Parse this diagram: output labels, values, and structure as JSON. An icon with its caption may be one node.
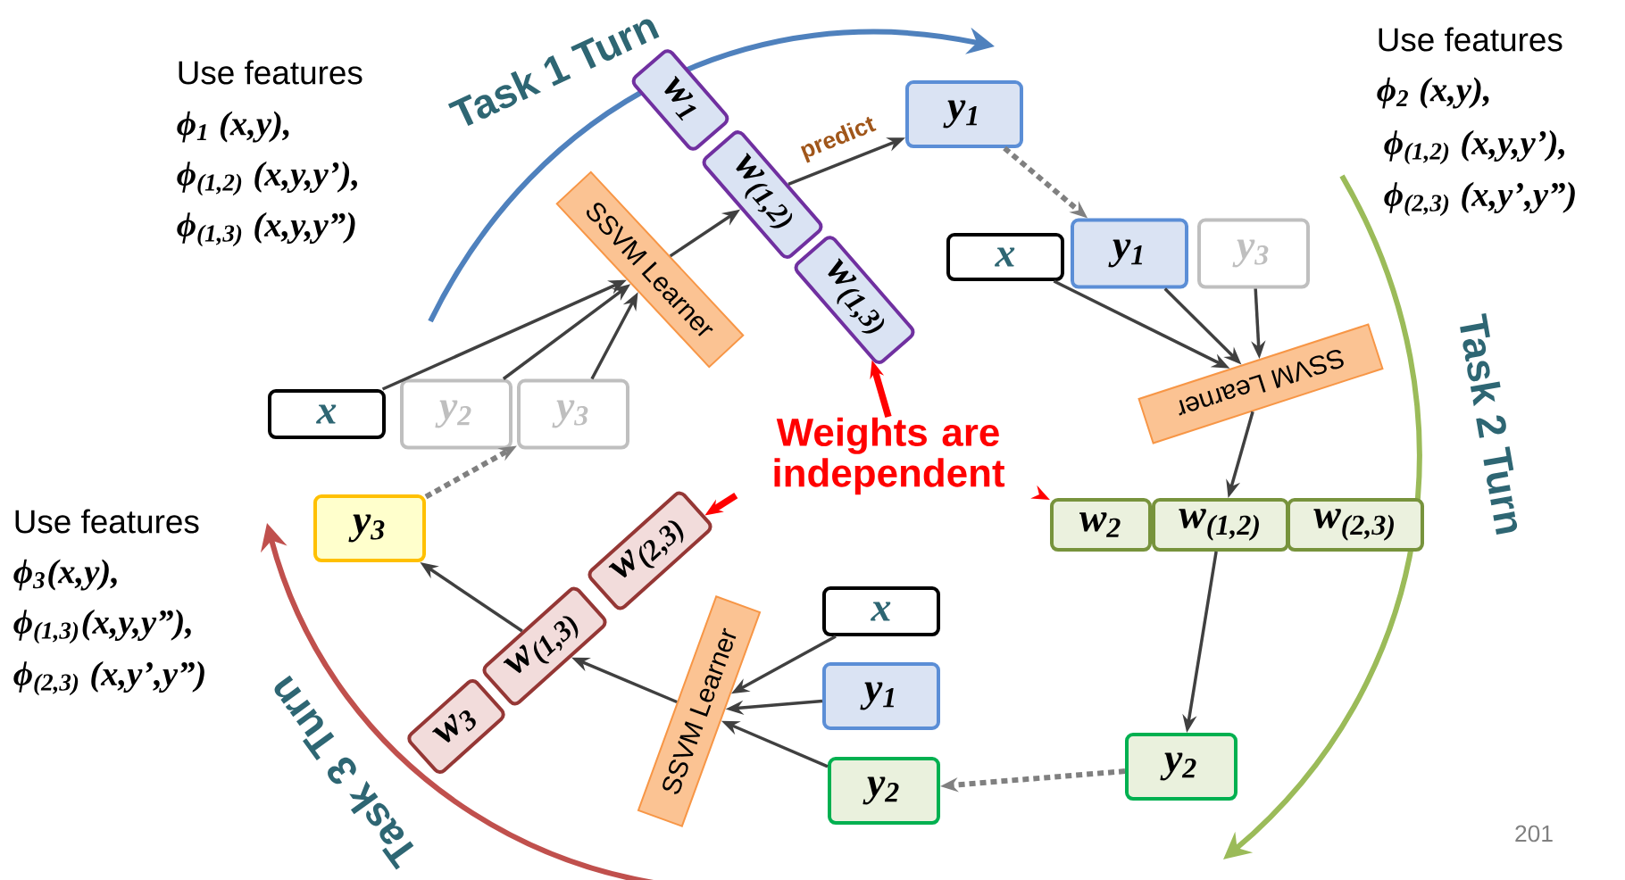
{
  "diagram": {
    "nodes": [
      {
        "text": [
          "x"
        ]
      },
      {
        "text": [
          "y$_{2}$"
        ]
      },
      {
        "text": [
          "y$_{3}$"
        ]
      },
      {
        "text": [
          "SSVM Learner"
        ]
      },
      {
        "text": [
          "w$_{1}$"
        ]
      },
      {
        "text": [
          "w$_{(1,2)}$"
        ]
      },
      {
        "text": [
          "w$_{(1,3)}$"
        ]
      },
      {
        "text": [
          "y$_{1}$"
        ]
      },
      {
        "text": [
          "x"
        ]
      },
      {
        "text": [
          "y$_{1}$"
        ]
      },
      {
        "text": [
          "y$_{3}$"
        ]
      },
      {
        "text": [
          "SSVM Learner"
        ]
      },
      {
        "text": [
          "w$_{2}$"
        ]
      },
      {
        "text": [
          "w$_{(1,2)}$"
        ]
      },
      {
        "text": [
          "w$_{(2,3)}$"
        ]
      },
      {
        "text": [
          "y$_{2}$"
        ]
      },
      {
        "text": [
          "x"
        ]
      },
      {
        "text": [
          "y$_{1}$"
        ]
      },
      {
        "text": [
          "y$_{2}$"
        ]
      },
      {
        "text": [
          "SSVM Learner"
        ]
      },
      {
        "text": [
          "w$_{3}$"
        ]
      },
      {
        "text": [
          "w$_{(1,3)}$"
        ]
      },
      {
        "text": [
          "w$_{(2,3)}$"
        ]
      },
      {
        "text": [
          "y$_{3}$"
        ]
      },
      {
        "text": [
          "Weights are independent"
        ]
      }
    ],
    "edges": [
      {
        "from": 0,
        "to": 3,
        "arrow": "to"
      },
      {
        "from": 1,
        "to": 3,
        "arrow": "to"
      },
      {
        "from": 2,
        "to": 3,
        "arrow": "to"
      },
      {
        "from": 3,
        "to": 5,
        "arrow": "to"
      },
      {
        "from": 5,
        "to": 7,
        "arrow": "to",
        "label": "predict"
      },
      {
        "from": 7,
        "to": 9,
        "arrow": "to",
        "style": "dashed",
        "color": "#808080"
      },
      {
        "from": 8,
        "to": 11,
        "arrow": "to"
      },
      {
        "from": 9,
        "to": 11,
        "arrow": "to"
      },
      {
        "from": 10,
        "to": 11,
        "arrow": "to"
      },
      {
        "from": 11,
        "to": 13,
        "arrow": "to"
      },
      {
        "from": 13,
        "to": 15,
        "arrow": "to"
      },
      {
        "from": 15,
        "to": 18,
        "arrow": "to",
        "style": "dashed",
        "color": "#808080"
      },
      {
        "from": 16,
        "to": 19,
        "arrow": "to"
      },
      {
        "from": 17,
        "to": 19,
        "arrow": "to"
      },
      {
        "from": 18,
        "to": 19,
        "arrow": "to"
      },
      {
        "from": 19,
        "to": 21,
        "arrow": "to"
      },
      {
        "from": 21,
        "to": 23,
        "arrow": "to"
      },
      {
        "from": 23,
        "to": 2,
        "arrow": "to",
        "style": "dashed",
        "color": "#808080"
      },
      {
        "from": 24,
        "to": 6,
        "arrow": "to",
        "style": "thick",
        "color": "#ff0000"
      },
      {
        "from": 24,
        "to": 22,
        "arrow": "to",
        "style": "thick",
        "color": "#ff0000"
      },
      {
        "from": 24,
        "to": 12,
        "arrow": "to",
        "style": "thick",
        "color": "#ff0000"
      }
    ],
    "labels": [
      "Task 1 Turn",
      "Use features",
      "ϕ$_{1}$ (x,y),",
      "ϕ$_{(1,2)}$ (x,y,y’),",
      "ϕ$_{(1,3)}$ (x,y,y”)",
      "Use features",
      "ϕ$_{2}$ (x,y),",
      "ϕ$_{(1,2)}$ (x,y,y’),",
      "ϕ$_{(2,3)}$ (x,y’,y”)",
      "Task 2 Turn",
      "Use features",
      "ϕ$_{3}$(x,y),",
      "ϕ$_{(1,3)}$(x,y,y”),",
      "ϕ$_{(2,3)}$ (x,y’,y”)",
      "Task 3 Turn",
      "201"
    ]
  }
}
